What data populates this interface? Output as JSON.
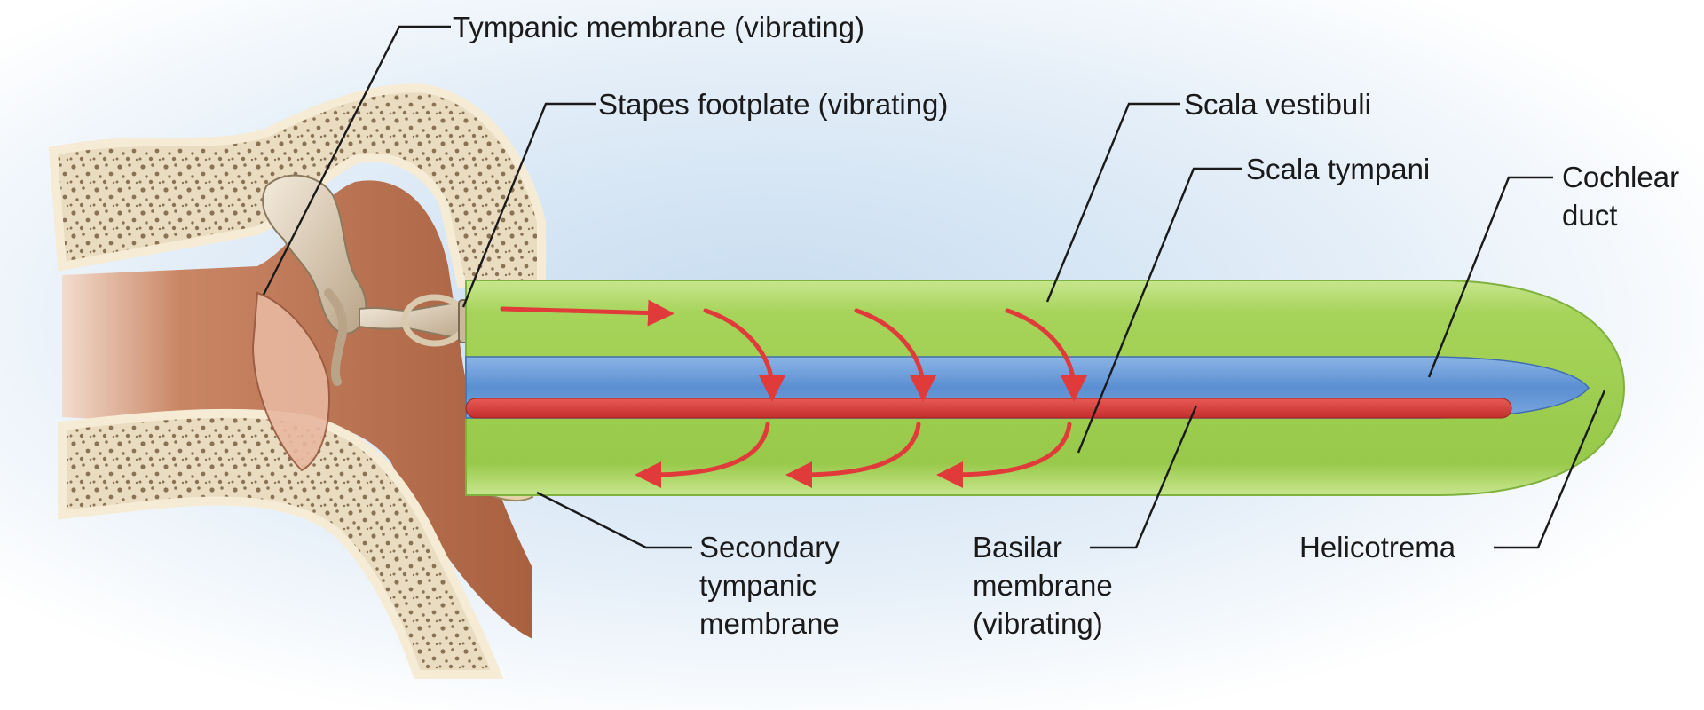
{
  "labels": {
    "tympanic_membrane": "Tympanic membrane (vibrating)",
    "stapes_footplate": "Stapes footplate (vibrating)",
    "scala_vestibuli": "Scala vestibuli",
    "scala_tympani": "Scala tympani",
    "cochlear_duct": [
      "Cochlear",
      "duct"
    ],
    "secondary_tympanic_membrane": [
      "Secondary",
      "tympanic",
      "membrane"
    ],
    "basilar_membrane": [
      "Basilar",
      "membrane",
      "(vibrating)"
    ],
    "helicotrema": "Helicotrema"
  },
  "colors": {
    "scala_green": "#a6d45a",
    "cochlear_duct_blue": "#5b8fd2",
    "basilar_membrane_red": "#d63a38",
    "arrow_red": "#e03a3a",
    "bone": "#ede0c4",
    "tissue": "#b8714f",
    "background_blue": "#c6dcf0"
  }
}
